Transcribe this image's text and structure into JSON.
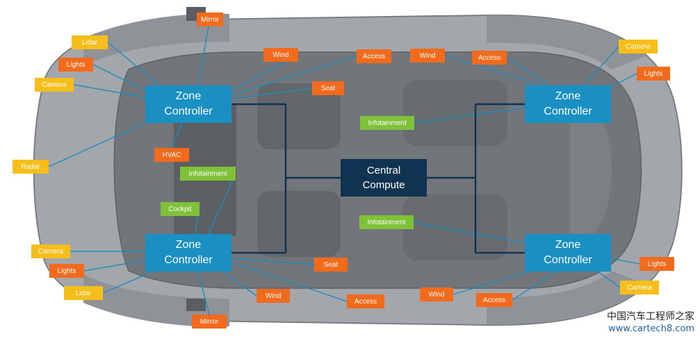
{
  "colors": {
    "zone": "#1a8fc2",
    "central": "#0f3350",
    "orange": "#f26a1b",
    "yellow": "#f6be1a",
    "green": "#7fc23a",
    "line_zone": "#1d8bc0",
    "line_backbone": "#0f3350",
    "car_body": "#9b9fa3",
    "car_roof": "#6e7174"
  },
  "central": {
    "line1": "Central",
    "line2": "Compute"
  },
  "zones": {
    "front_left": {
      "line1": "Zone",
      "line2": "Controller"
    },
    "front_right": {
      "line1": "Zone",
      "line2": "Controller"
    },
    "rear_left": {
      "line1": "Zone",
      "line2": "Controller"
    },
    "rear_right": {
      "line1": "Zone",
      "line2": "Controller"
    }
  },
  "tags": {
    "mirror_top": "Mirror",
    "lidar_top": "Lidar",
    "lights_top_left": "Lights",
    "camera_top_left": "Camera",
    "wind_top_left": "Wind",
    "access_top_center": "Access",
    "seat_top": "Seat",
    "wind_top_right": "Wind",
    "access_top_right": "Access",
    "camera_top_right": "Camera",
    "lights_top_right": "Lights",
    "infotainment_right_top": "Infotainment",
    "radar_left": "Radar",
    "hvac": "HVAC",
    "infotainment_left": "Infotainment",
    "cockpit": "Cockpit",
    "infotainment_right_bottom": "Infotainment",
    "camera_bottom_left": "Camera",
    "lights_bottom_left": "Lights",
    "lidar_bottom_left": "Lidar",
    "seat_bottom": "Seat",
    "wind_bottom_left": "Wind",
    "access_bottom_center": "Access",
    "mirror_bottom": "Mirror",
    "wind_bottom_right": "Wind",
    "access_bottom_right": "Access",
    "lights_bottom_right": "Lights",
    "camera_bottom_right": "Camera"
  },
  "watermark": {
    "cn": "中国汽车工程师之家",
    "url": "www.cartech8.com"
  }
}
